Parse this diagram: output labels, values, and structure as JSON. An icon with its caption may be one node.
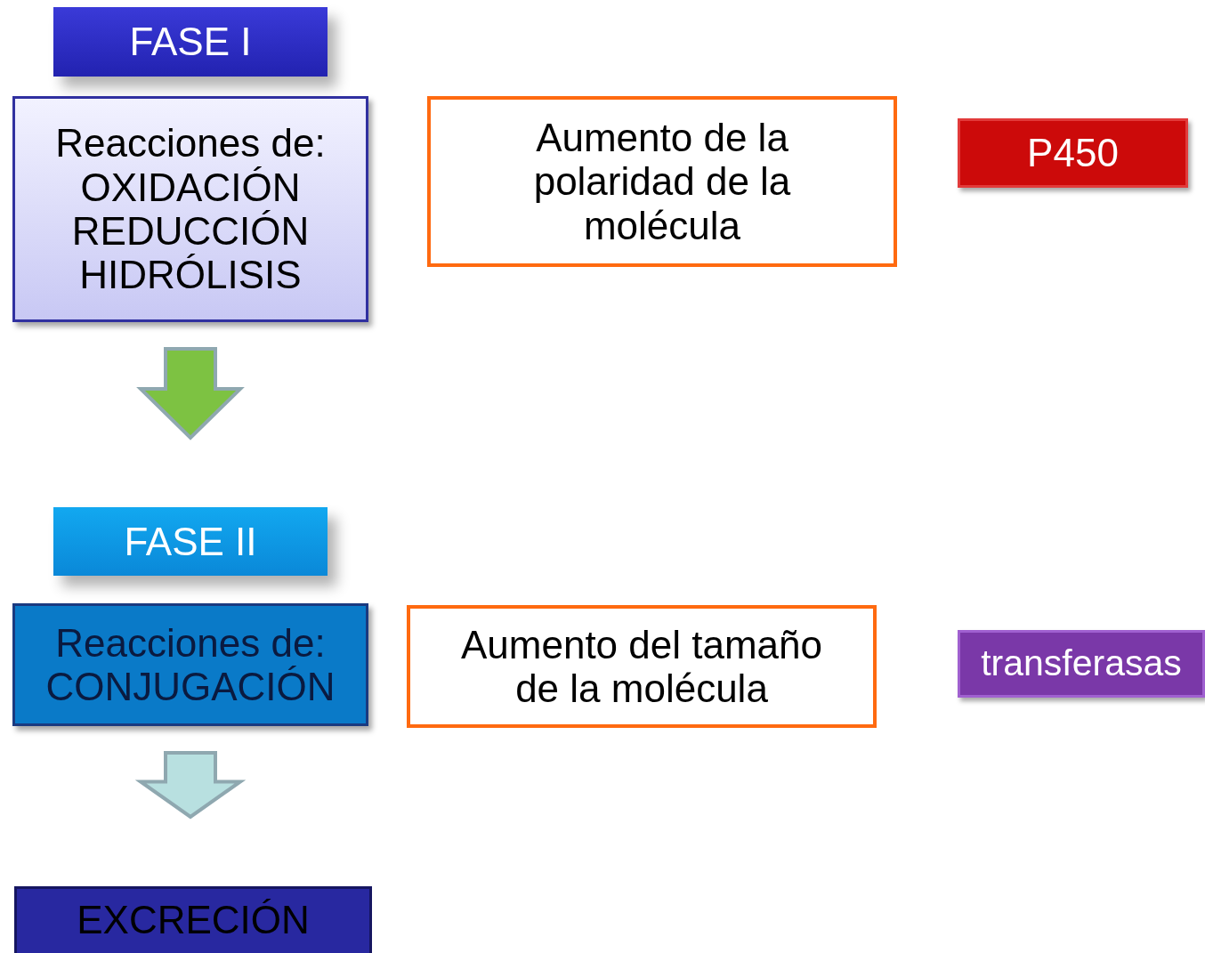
{
  "diagram": {
    "nodes": [
      {
        "text": [
          "FASE I"
        ]
      },
      {
        "text": [
          "Reacciones de:",
          "OXIDACIÓN",
          "REDUCCIÓN",
          "HIDRÓLISIS"
        ]
      },
      {
        "text": [
          "Aumento de la polaridad de la molécula"
        ]
      },
      {
        "text": [
          "P450"
        ]
      },
      {
        "text": [
          "FASE II"
        ]
      },
      {
        "text": [
          "Reacciones de:",
          "CONJUGACIÓN"
        ]
      },
      {
        "text": [
          "Aumento del tamaño de la molécula"
        ]
      },
      {
        "text": [
          "transferasas"
        ]
      },
      {
        "text": [
          "EXCRECIÓN"
        ]
      }
    ],
    "edges": [
      {
        "from": 1,
        "to": 4,
        "arrow": "to",
        "color": "#7dc242"
      },
      {
        "from": 5,
        "to": 8,
        "arrow": "to",
        "color": "#b8e0e0"
      }
    ]
  }
}
